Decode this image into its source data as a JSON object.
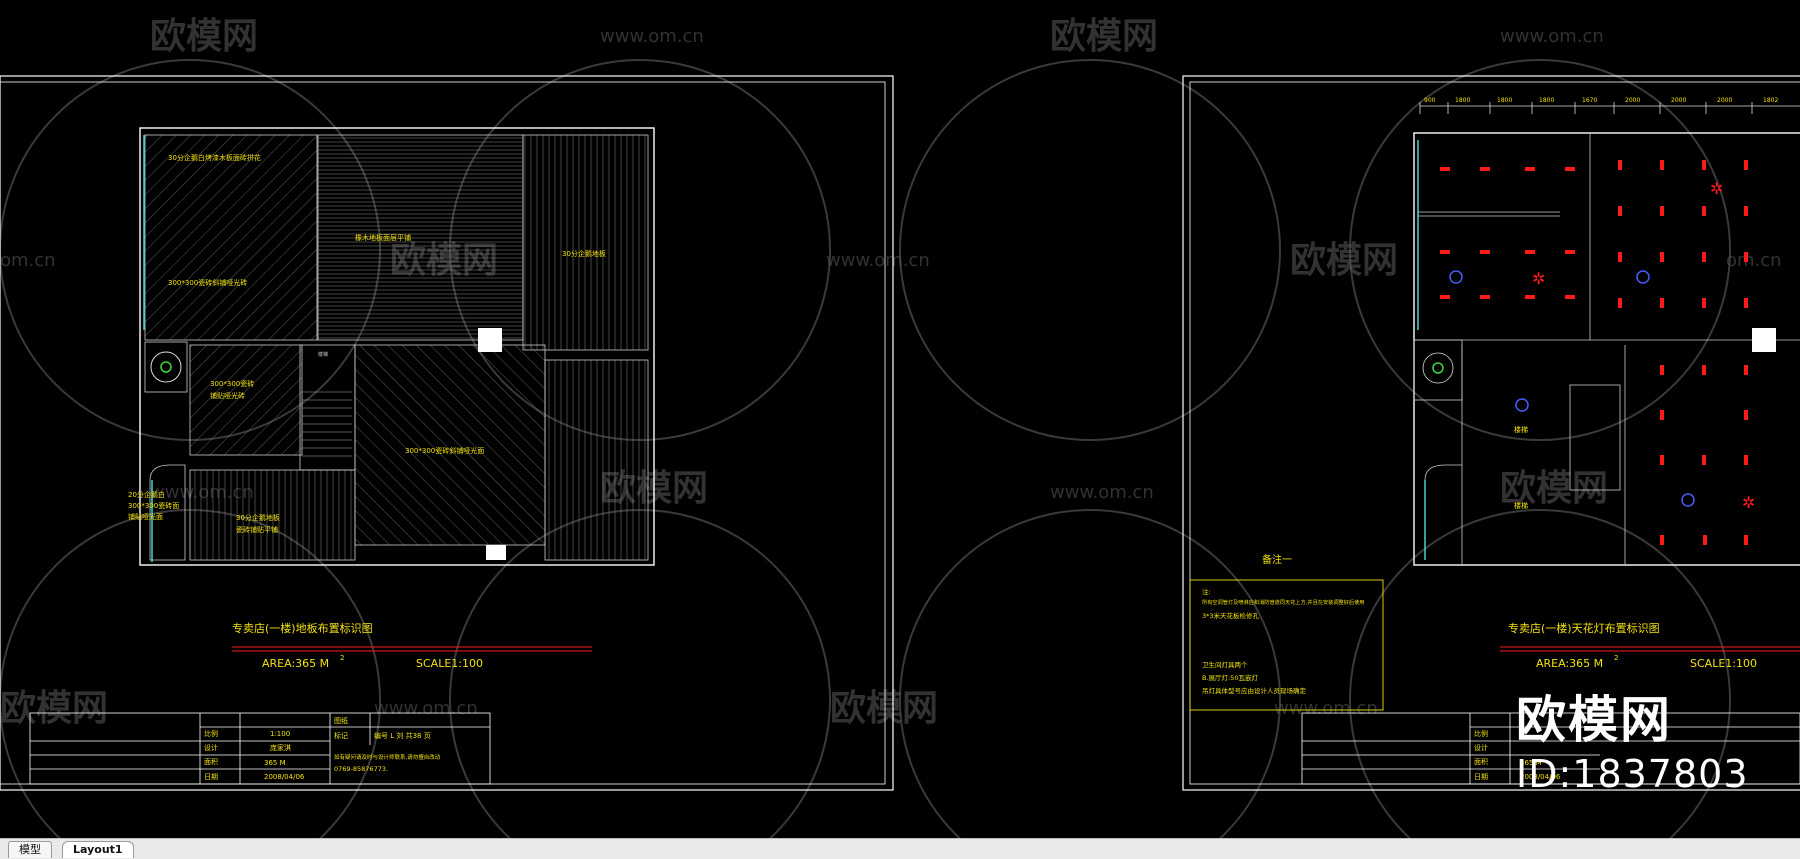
{
  "watermark": {
    "brand": "欧模网",
    "url": "www.om.cn",
    "url_short": "om.cn"
  },
  "left_sheet": {
    "room_labels": [
      "30分企鹅白烤漆木板面砖拼花",
      "300*300瓷砖斜铺哑光砖",
      "橡木地板面层平铺",
      "30分企鹅地板",
      "300*300瓷砖",
      "铺贴哑光砖",
      "300*300瓷砖斜铺哑光面",
      "20分企鹅白",
      "300*300瓷砖面",
      "铺贴哑光面",
      "30分企鹅地板",
      "瓷砖铺贴平铺"
    ],
    "stair_label": "楼梯",
    "title": "专卖店(一楼)地板布置标识图",
    "area": "AREA:365 M",
    "area_sup": "2",
    "scale": "SCALE1:100",
    "title_block": {
      "row1_label": "比例",
      "row1_value": "1:100",
      "row2_label": "设计",
      "row2_value": "庞家淇",
      "row3_label": "面积",
      "row3_value": "365 M",
      "row4_label": "日期",
      "row4_value": "2008/04/06",
      "col2_1": "图纸",
      "col2_2": "标记",
      "col3_2": "编号 L 刘  共38 页",
      "note": "如有疑问请及时与设计师联系,请勿擅自改动",
      "phone": "0769-85876773."
    }
  },
  "right_sheet": {
    "dimensions": [
      "900",
      "1800",
      "1800",
      "1800",
      "1670",
      "2000",
      "2000",
      "2000",
      "1802"
    ],
    "notes_title": "备注一",
    "notes_lines": [
      "注:",
      "所有空调管灯及喷淋应和消防管道同天花上方,并且在安装调整好后使用",
      "3*3米天花板检修孔",
      "卫生间灯具两个",
      "B.展厅灯:50瓦嵌灯",
      "吊灯具体型号应由设计人员现场确定"
    ],
    "lamp_labels": [
      "楼梯",
      "楼梯"
    ],
    "title": "专卖店(一楼)天花灯布置标识图",
    "area": "AREA:365 M",
    "area_sup": "2",
    "scale": "SCALE1:100",
    "title_block": {
      "row1_label": "比例",
      "row2_label": "设计",
      "row3_label": "面积",
      "row3_value": "365 M",
      "row4_label": "日期",
      "row4_value": "2008/04/06"
    }
  },
  "brand_overlay": {
    "logo": "欧模网",
    "id": "ID:1837803"
  },
  "tabs": {
    "model": "模型",
    "layout": "Layout1"
  },
  "colors": {
    "background": "#000000",
    "lines": "#ffffff",
    "labels": "#f2e10f",
    "red": "#ff1a1a",
    "cyan": "#3fd6d6",
    "blue": "#4a5cff"
  }
}
